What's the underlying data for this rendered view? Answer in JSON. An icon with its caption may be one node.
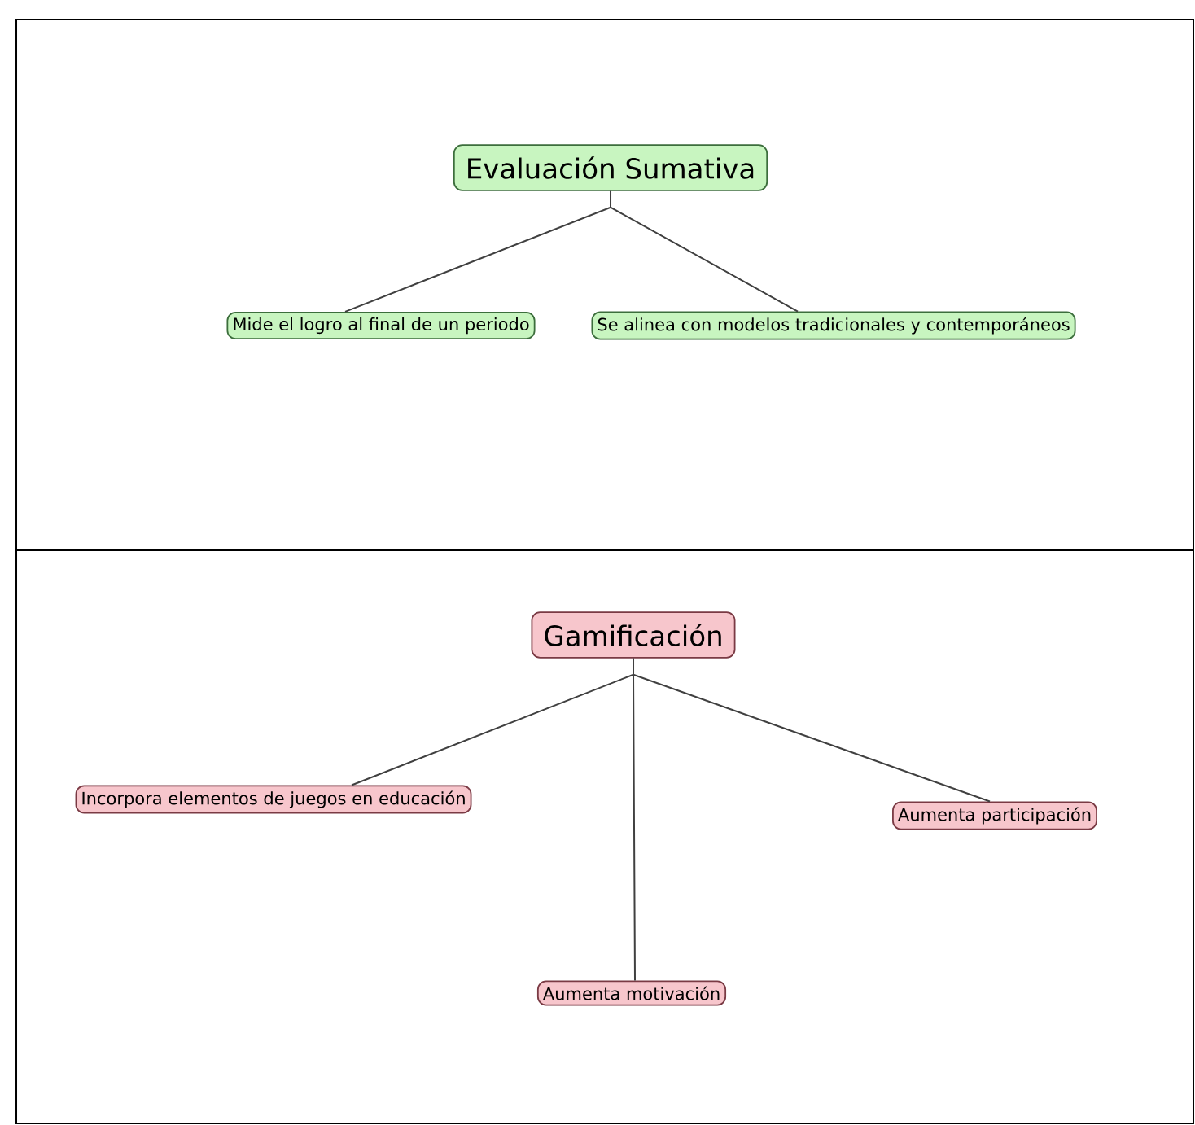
{
  "diagram": {
    "nodes": [
      {
        "text": [
          "Evaluación Sumativa"
        ]
      },
      {
        "text": [
          "Mide el logro al final de un periodo"
        ]
      },
      {
        "text": [
          "Se alinea con modelos tradicionales y contemporáneos"
        ]
      },
      {
        "text": [
          "Gamificación"
        ]
      },
      {
        "text": [
          "Incorpora elementos de juegos en educación"
        ]
      },
      {
        "text": [
          "Aumenta participación"
        ]
      },
      {
        "text": [
          "Aumenta motivación"
        ]
      }
    ],
    "edges": [
      {
        "from": 0,
        "to": 1,
        "arrow": "none"
      },
      {
        "from": 0,
        "to": 2,
        "arrow": "none"
      },
      {
        "from": 3,
        "to": 4,
        "arrow": "none"
      },
      {
        "from": 3,
        "to": 6,
        "arrow": "none"
      },
      {
        "from": 3,
        "to": 5,
        "arrow": "none"
      }
    ]
  }
}
